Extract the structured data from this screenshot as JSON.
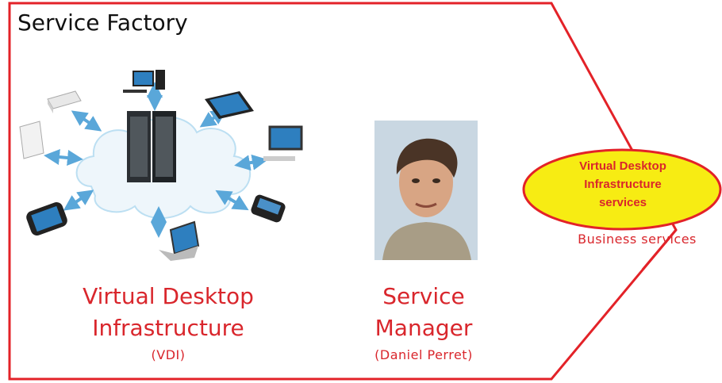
{
  "factory": {
    "title": "Service Factory"
  },
  "vdi": {
    "title_line1": "Virtual Desktop",
    "title_line2": "Infrastructure",
    "abbr": "(VDI)"
  },
  "manager": {
    "title_line1": "Service",
    "title_line2": "Manager",
    "name": "(Daniel Perret)"
  },
  "business": {
    "service_line1": "Virtual Desktop",
    "service_line2": "Infrastructure",
    "service_line3": "services",
    "label": "Business services"
  },
  "colors": {
    "frame": "#e32228",
    "text_red": "#d9262c",
    "ellipse_fill": "#f7ec13",
    "cloud": "#eef6fb",
    "arrow": "#5aa7d9"
  }
}
